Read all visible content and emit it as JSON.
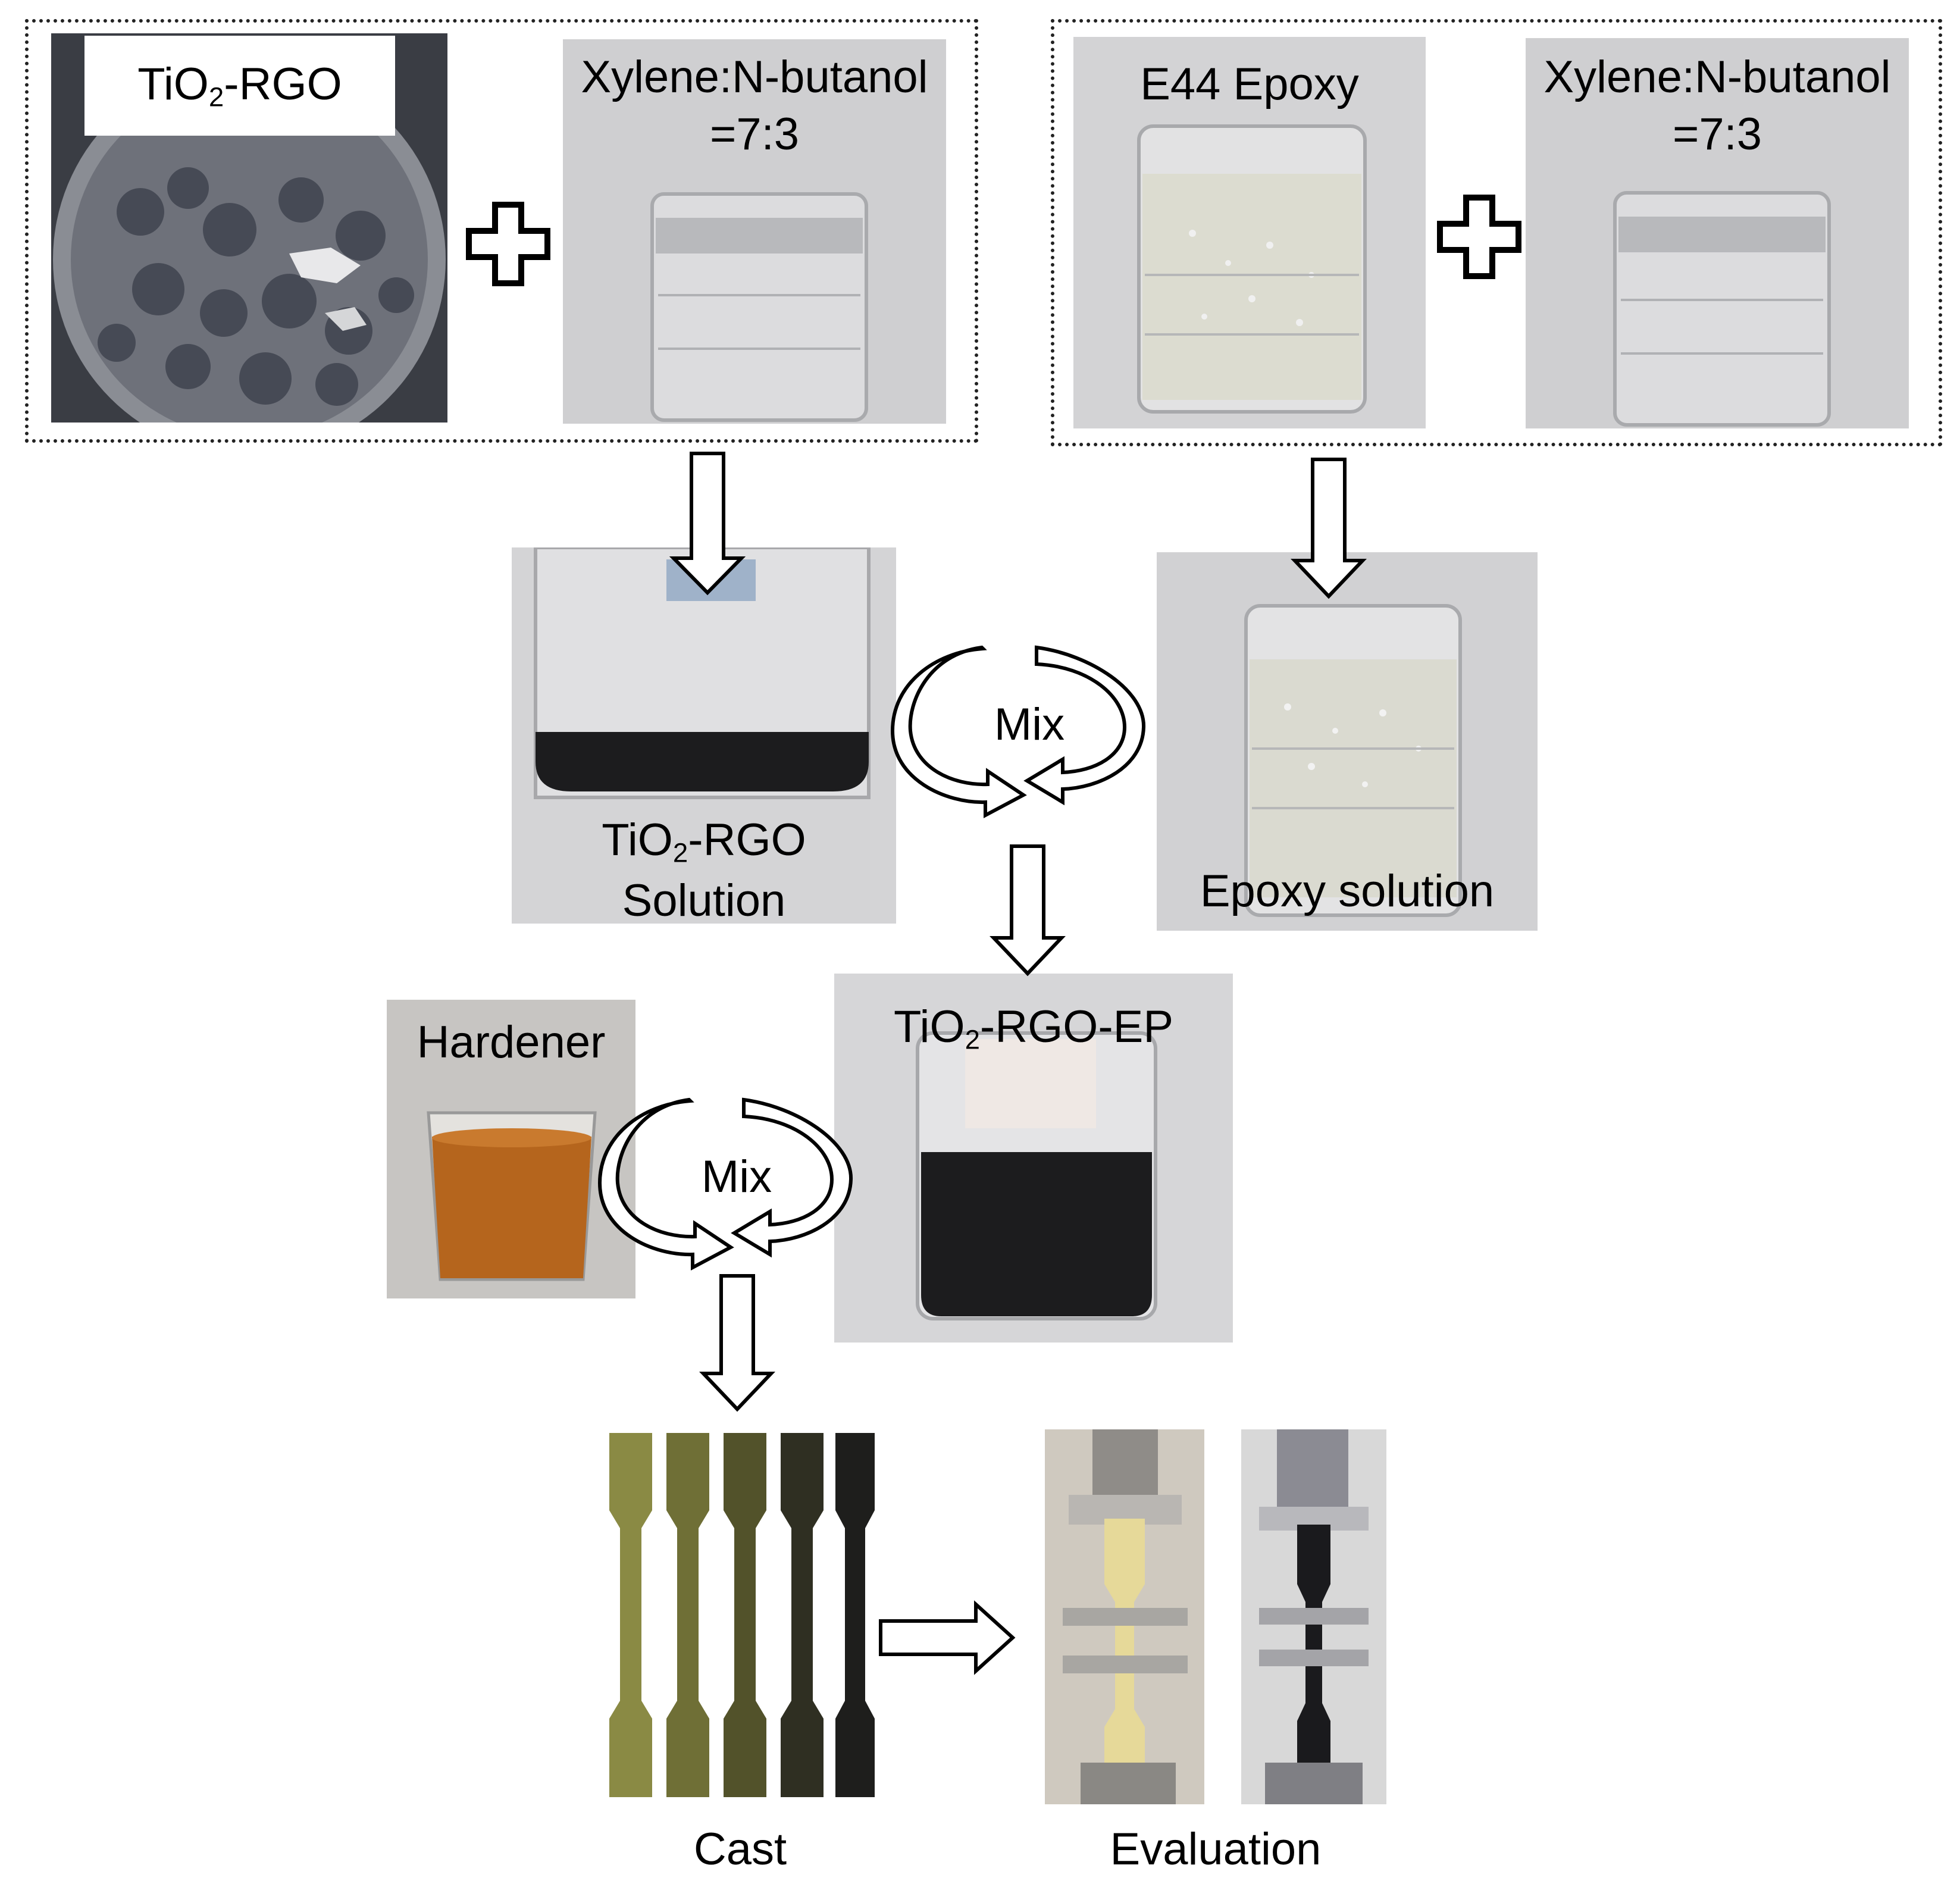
{
  "left_group": {
    "powder_label": {
      "main": "TiO",
      "sub": "2",
      "rest": "-RGO"
    },
    "solvent_label_line1": "Xylene:N-butanol",
    "solvent_label_line2": "=7:3"
  },
  "right_group": {
    "epoxy_label": "E44 Epoxy",
    "solvent_label_line1": "Xylene:N-butanol",
    "solvent_label_line2": "=7:3"
  },
  "middle": {
    "tio2_solution_line1": {
      "main": "TiO",
      "sub": "2",
      "rest": "-RGO"
    },
    "tio2_solution_line2": "Solution",
    "mix_label": "Mix",
    "epoxy_solution": "Epoxy solution"
  },
  "lower": {
    "hardener": "Hardener",
    "composite": {
      "main": "TiO",
      "sub": "2",
      "rest": "-RGO-EP"
    },
    "mix_label": "Mix"
  },
  "bottom": {
    "cast": "Cast",
    "evaluation": "Evaluation"
  },
  "colors": {
    "photo_bg": "#c8c8c8",
    "dark_liquid": "#1c1c1e",
    "hardener_liquid": "#b5651d",
    "light_specimen": "#d9d79a"
  }
}
